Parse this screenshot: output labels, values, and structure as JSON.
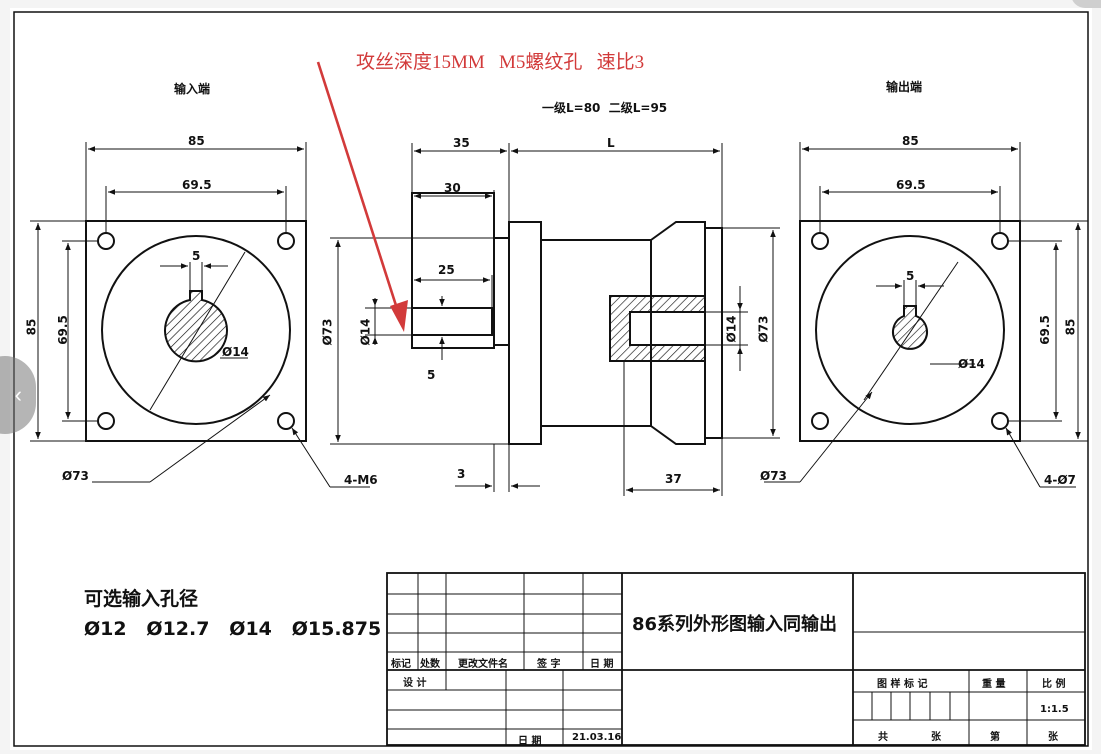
{
  "note": {
    "red_text": "攻丝深度15MM   M5螺纹孔   速比3",
    "red_color": "#d23a3a"
  },
  "views": {
    "input_title": "输入端",
    "output_title": "输出端",
    "stage_lengths": "一级L=80  二级L=95"
  },
  "dims": {
    "in_85_top": "85",
    "in_695_top": "69.5",
    "in_5_key": "5",
    "in_85_side": "85",
    "in_695_side": "69.5",
    "in_phi14": "Ø14",
    "in_phi73": "Ø73",
    "in_4m6": "4-M6",
    "side_35": "35",
    "side_L": "L",
    "side_30": "30",
    "side_25": "25",
    "side_phi73_left": "Ø73",
    "side_phi14_left": "Ø14",
    "side_5": "5",
    "side_3": "3",
    "side_37": "37",
    "side_phi14_right": "Ø14",
    "side_phi73_right": "Ø73",
    "out_85_top": "85",
    "out_695_top": "69.5",
    "out_5_key": "5",
    "out_695_side": "69.5",
    "out_85_side": "85",
    "out_phi14": "Ø14",
    "out_phi73": "Ø73",
    "out_4phi7": "4-Ø7"
  },
  "options": {
    "heading": "可选输入孔径",
    "values": "Ø12   Ø12.7   Ø14   Ø15.875"
  },
  "title_block": {
    "drawing_title": "86系列外形图输入同输出",
    "col_mark": "标记",
    "col_count": "处数",
    "col_change_doc": "更改文件名",
    "col_sign": "签 字",
    "col_date": "日 期",
    "design": "设 计",
    "date_label": "日 期",
    "date_value": "21.03.16",
    "sample_mark": "图 样 标 记",
    "weight": "重 量",
    "scale_label": "比 例",
    "scale_value": "1:1.5",
    "total": "共",
    "sheet_unit_a": "张",
    "sheet_no": "第",
    "sheet_unit_b": "张"
  }
}
